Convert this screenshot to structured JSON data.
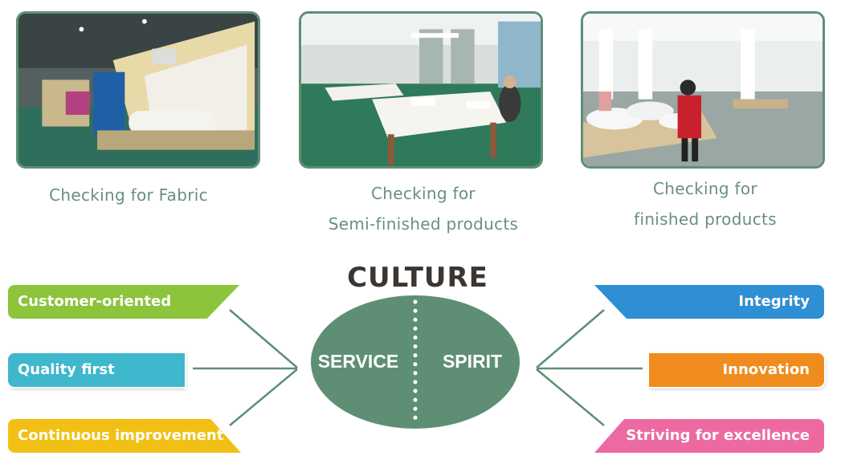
{
  "photos": [
    {
      "caption_lines": [
        "Checking for Fabric"
      ]
    },
    {
      "caption_lines": [
        "Checking for",
        "Semi-finished products"
      ]
    },
    {
      "caption_lines": [
        "Checking for",
        "finished products"
      ]
    }
  ],
  "culture": {
    "title": "CULTURE",
    "left_label": "SERVICE",
    "right_label": "SPIRIT",
    "ellipse_color": "#5e8f74"
  },
  "left_values": [
    {
      "label": "Customer-oriented",
      "color": "#8cc43c"
    },
    {
      "label": "Quality first",
      "color": "#3fb7cc"
    },
    {
      "label": "Continuous improvement",
      "color": "#f2c014"
    }
  ],
  "right_values": [
    {
      "label": "Integrity",
      "color": "#2f8fd4"
    },
    {
      "label": "Innovation",
      "color": "#f08c1e"
    },
    {
      "label": "Striving for excellence",
      "color": "#ec6aa1"
    }
  ],
  "colors": {
    "frame": "#5e8f74",
    "caption": "#6a8f7c",
    "connector": "#5e8f74"
  }
}
